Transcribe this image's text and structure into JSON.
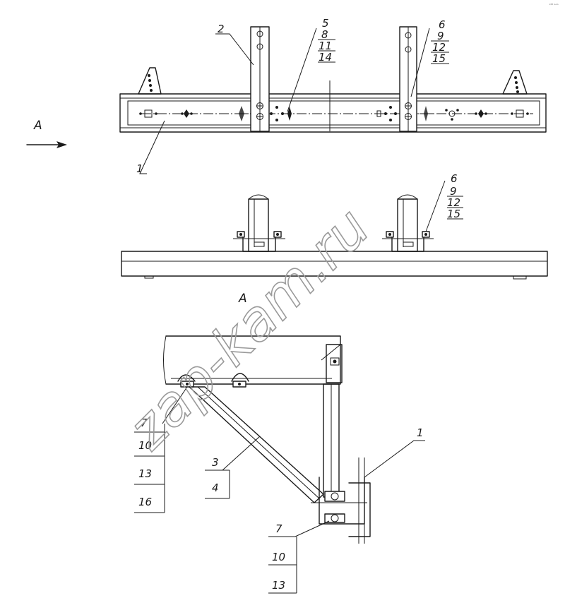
{
  "corner_mark": "ᵏᴹ ᵒᵒᵒ",
  "watermark": "zap-kam.ru",
  "view_arrow_label": "А",
  "section_view_label": "А",
  "callouts_top": {
    "frame": "1",
    "post": "2",
    "stack_left": [
      "5",
      "8",
      "11",
      "14"
    ],
    "stack_right": [
      "6",
      "9",
      "12",
      "15"
    ]
  },
  "callouts_middle": {
    "stack_right": [
      "6",
      "9",
      "12",
      "15"
    ]
  },
  "callouts_bottom": {
    "stack_left": [
      "7",
      "10",
      "13",
      "16"
    ],
    "brace_stack": [
      "3",
      "4"
    ],
    "bracket": "1",
    "stack_lower": [
      "7",
      "10",
      "13"
    ]
  }
}
